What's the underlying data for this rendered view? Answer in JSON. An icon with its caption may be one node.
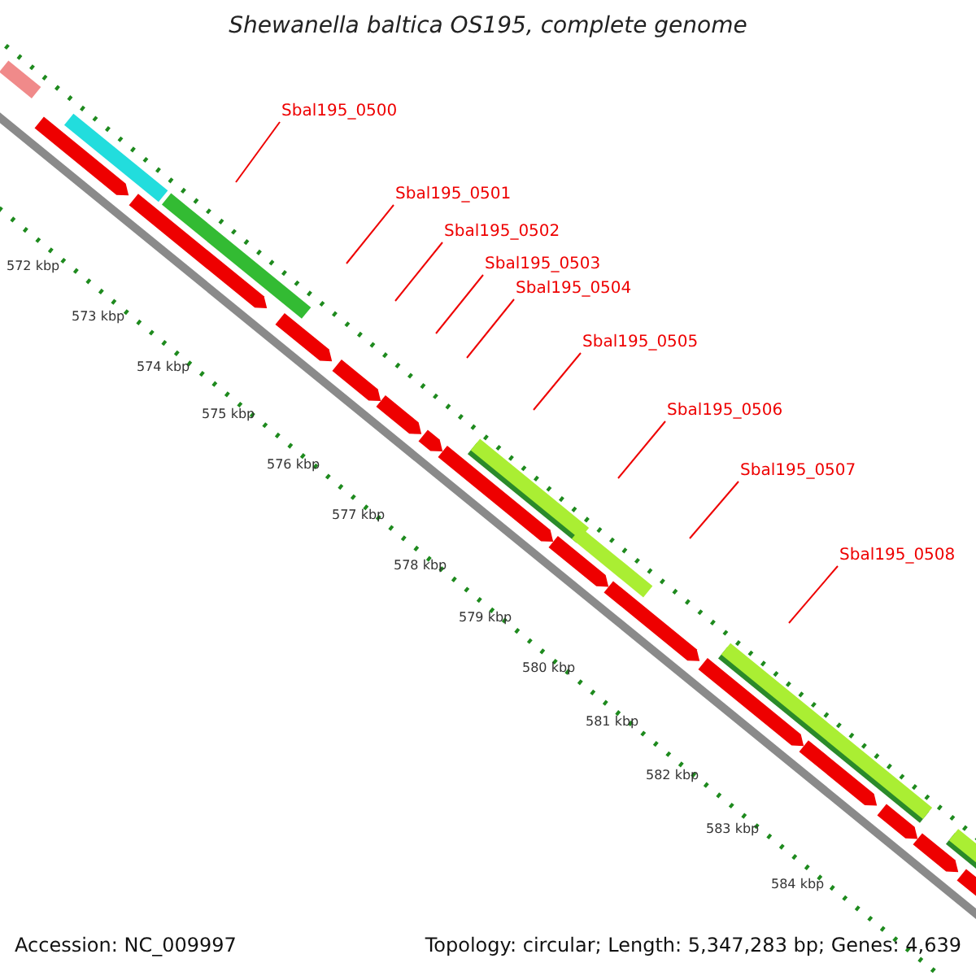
{
  "diagram": {
    "title": "Shewanella baltica OS195, complete genome",
    "nodes": [
      {
        "text": [
          "Sbal195_0500"
        ]
      },
      {
        "text": [
          "Sbal195_0501"
        ]
      },
      {
        "text": [
          "Sbal195_0502"
        ]
      },
      {
        "text": [
          "Sbal195_0503"
        ]
      },
      {
        "text": [
          "Sbal195_0504"
        ]
      },
      {
        "text": [
          "Sbal195_0505"
        ]
      },
      {
        "text": [
          "Sbal195_0506"
        ]
      },
      {
        "text": [
          "Sbal195_0507"
        ]
      },
      {
        "text": [
          "Sbal195_0508"
        ]
      }
    ],
    "edges": [
      {
        "from": 0,
        "to": null,
        "arrow": "none"
      },
      {
        "from": 1,
        "to": null,
        "arrow": "none"
      },
      {
        "from": 2,
        "to": null,
        "arrow": "none"
      },
      {
        "from": 3,
        "to": null,
        "arrow": "none"
      },
      {
        "from": 4,
        "to": null,
        "arrow": "none"
      },
      {
        "from": 5,
        "to": null,
        "arrow": "none"
      },
      {
        "from": 6,
        "to": null,
        "arrow": "none"
      },
      {
        "from": 7,
        "to": null,
        "arrow": "none"
      },
      {
        "from": 8,
        "to": null,
        "arrow": "none"
      }
    ],
    "labels": [
      "572 kbp",
      "573 kbp",
      "574 kbp",
      "575 kbp",
      "576 kbp",
      "577 kbp",
      "578 kbp",
      "579 kbp",
      "580 kbp",
      "581 kbp",
      "582 kbp",
      "583 kbp",
      "584 kbp",
      "Accession: NC_009997",
      "Topology: circular; Length: 5,347,283 bp; Genes: 4,639"
    ]
  }
}
